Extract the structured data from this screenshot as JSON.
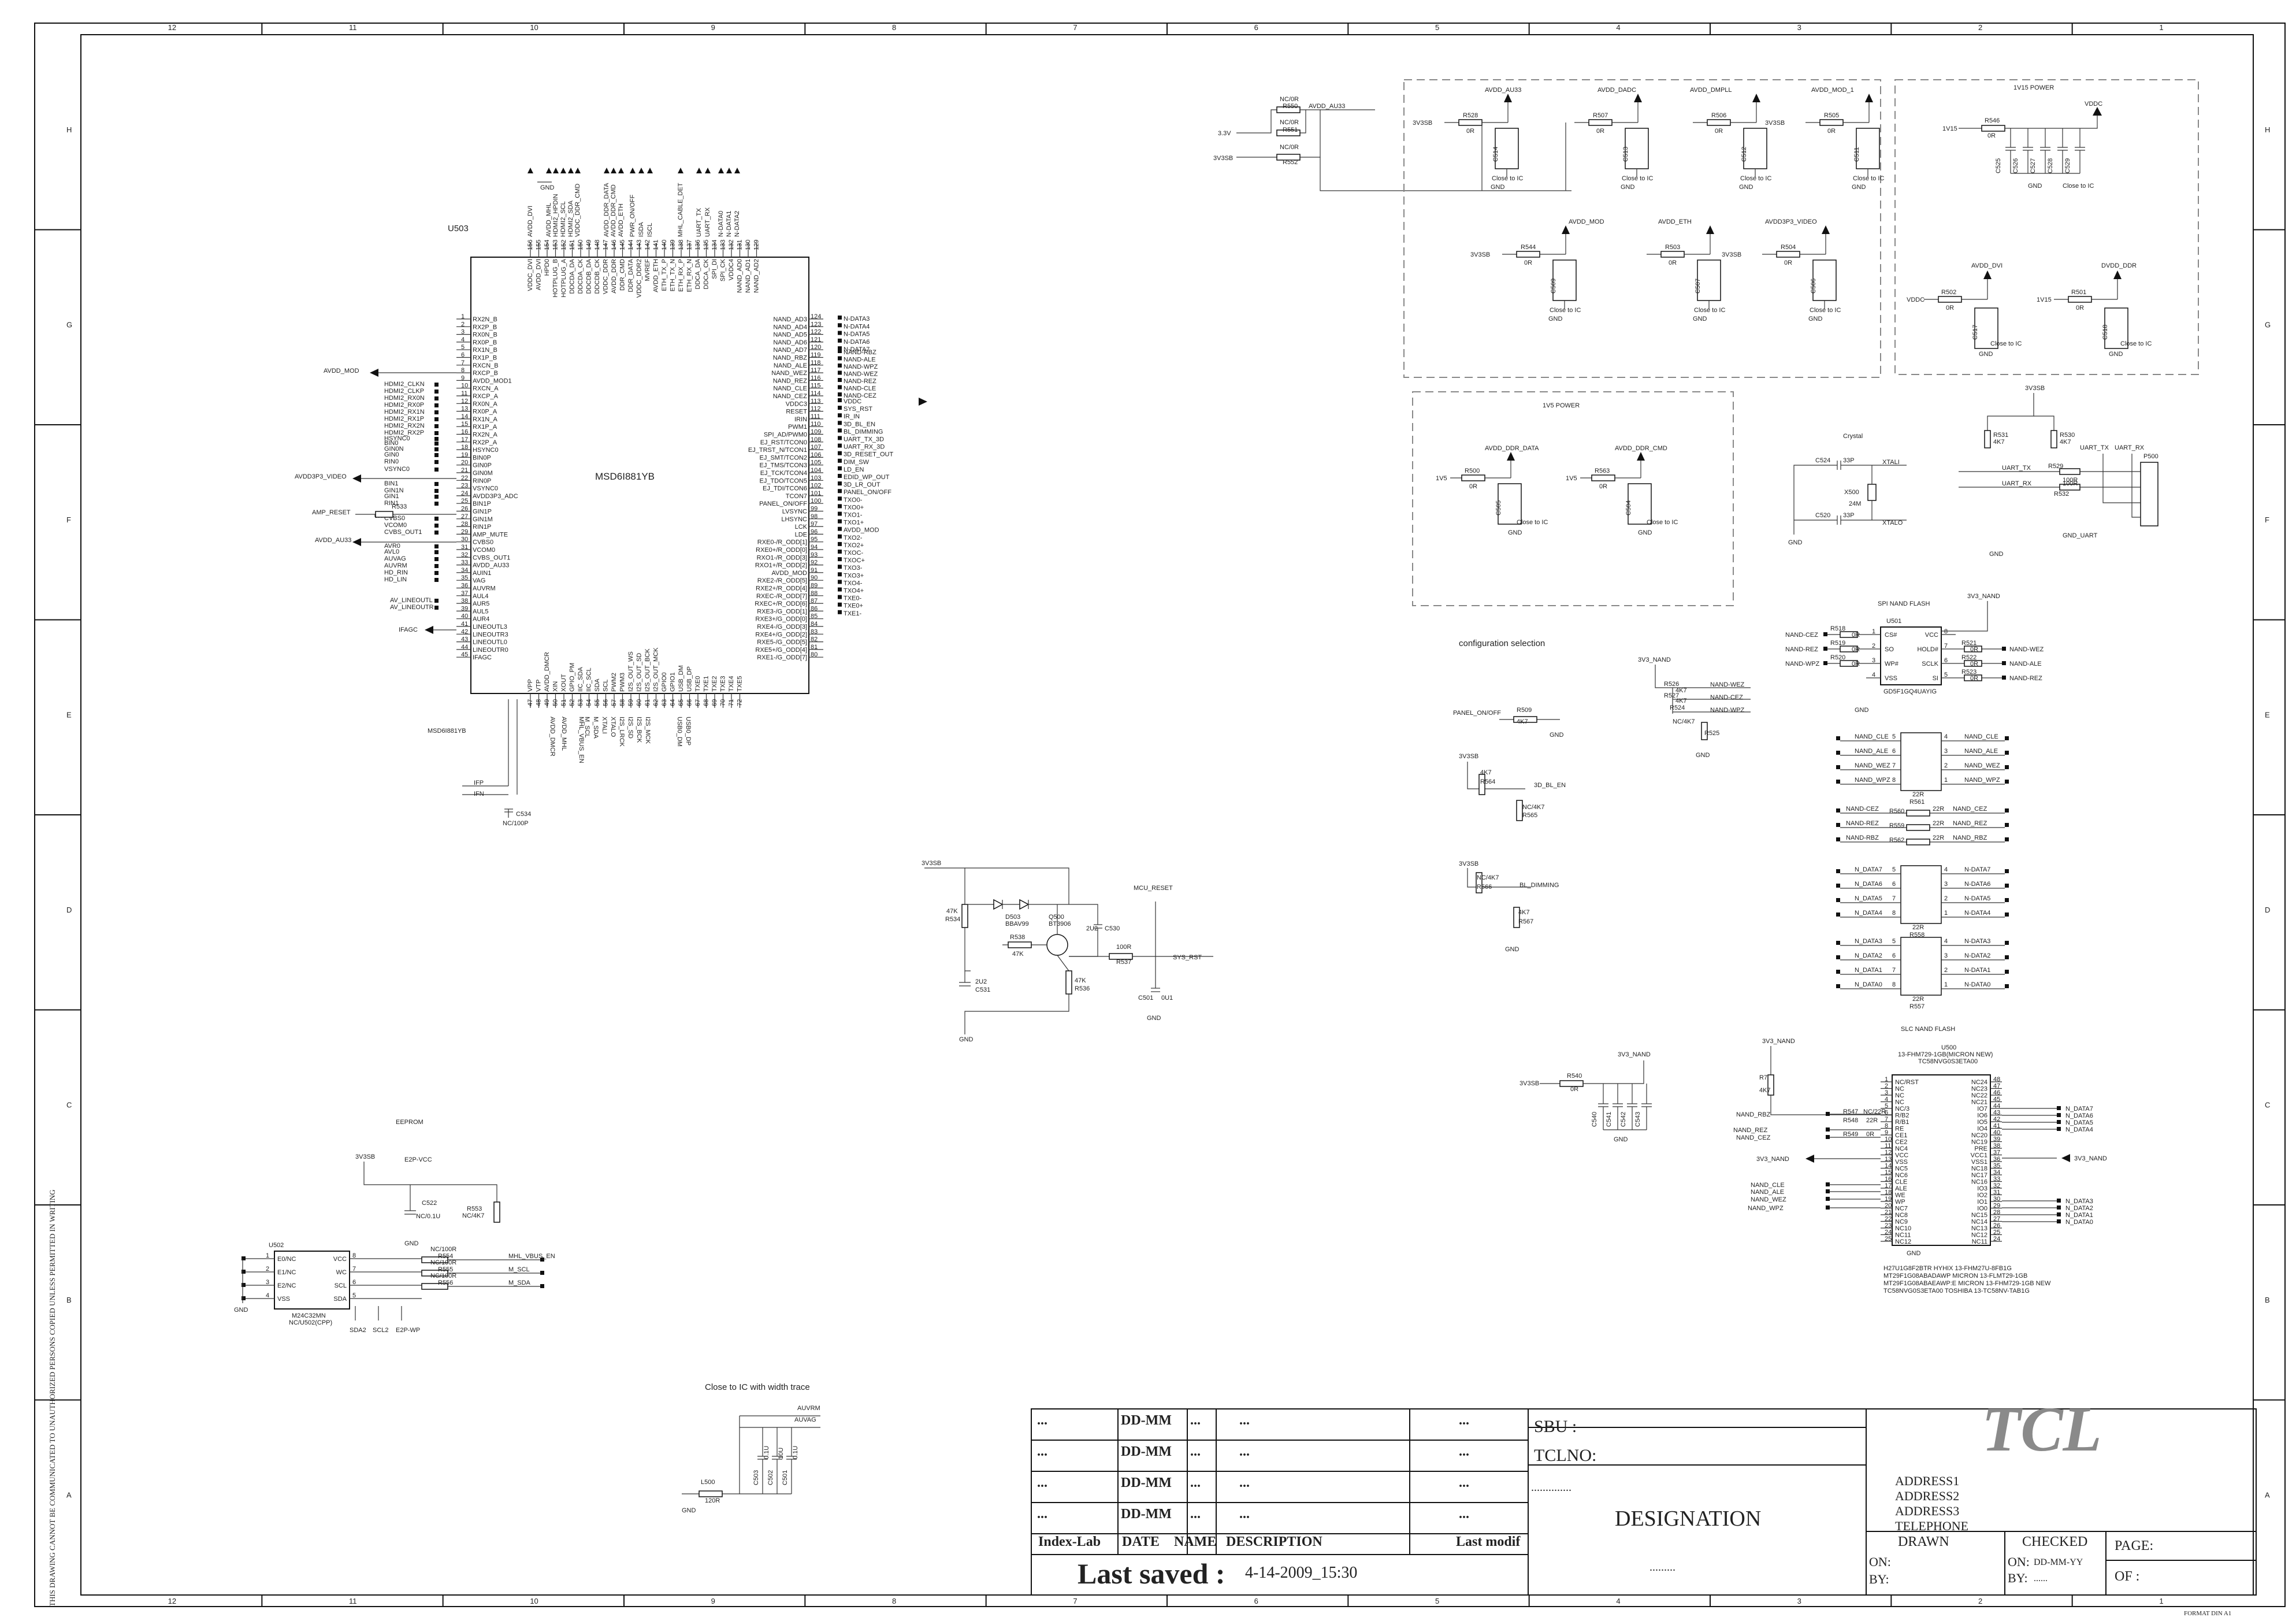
{
  "grid": {
    "columns": [
      "12",
      "11",
      "10",
      "9",
      "8",
      "7",
      "6",
      "5",
      "4",
      "3",
      "2",
      "1"
    ],
    "rows": [
      "H",
      "G",
      "F",
      "E",
      "D",
      "C",
      "B",
      "A"
    ]
  },
  "side_note": "THIS DRAWING CANNOT BE COMMUNICATED TO UNAUTHORIZED PERSONS COPIED UNLESS PERMITTED IN WRITING",
  "format": "FORMAT DIN A1",
  "main_ic": {
    "ref": "U503",
    "part": "MSD6I881YB",
    "bottom_label": "MSD6I881YB",
    "left_pins": [
      "RX2N_B",
      "RX2P_B",
      "RX0N_B",
      "RX0P_B",
      "RX1N_B",
      "RX1P_B",
      "RXCN_B",
      "RXCP_B",
      "AVDD_MOD1",
      "RXCN_A",
      "RXCP_A",
      "RX0N_A",
      "RX0P_A",
      "RX1N_A",
      "RX1P_A",
      "RX2N_A",
      "RX2P_A",
      "HSYNC0",
      "BIN0P",
      "GIN0P",
      "GIN0M",
      "RIN0P",
      "VSYNC0",
      "AVDD3P3_ADC",
      "BIN1P",
      "GIN1P",
      "GIN1M",
      "RIN1P",
      "AMP_MUTE",
      "CVBS0",
      "VCOM0",
      "CVBS_OUT1",
      "AVDD_AU33",
      "AUIN1",
      "VAG",
      "AUVRM",
      "AUL4",
      "AUR5",
      "AUL5",
      "AUR4",
      "LINEOUTL3",
      "LINEOUTR3",
      "LINEOUTL0",
      "LINEOUTR0",
      "IFAGC"
    ],
    "right_pins": [
      "NAND_AD3",
      "NAND_AD4",
      "NAND_AD5",
      "NAND_AD6",
      "NAND_AD7",
      "NAND_RBZ",
      "NAND_ALE",
      "NAND_WEZ",
      "NAND_REZ",
      "NAND_CLE",
      "NAND_CEZ",
      "VDDC3",
      "RESET",
      "IRIN",
      "PWM1",
      "SPI_AD/PWM0",
      "EJ_RST/TCON0",
      "EJ_TRST_N/TCON1",
      "EJ_SMT/TCON2",
      "EJ_TMS/TCON3",
      "EJ_TCK/TCON4",
      "EJ_TDO/TCON5",
      "EJ_TDI/TCON6",
      "TCON7",
      "PANEL_ON/OFF",
      "LVSYNC",
      "LHSYNC",
      "LCK",
      "LDE",
      "RXE0-/R_ODD[1]",
      "RXE0+/R_ODD[0]",
      "RXO1-/R_ODD[3]",
      "RXO1+/R_ODD[2]",
      "AVDD_MOD",
      "RXE2-/R_ODD[5]",
      "RXE2+/R_ODD[4]",
      "RXEC-/R_ODD[7]",
      "RXEC+/R_ODD[6]",
      "RXE3-/G_ODD[1]",
      "RXE3+/G_ODD[0]",
      "RXE4-/G_ODD[3]",
      "RXE4+/G_ODD[2]",
      "RXE5-/G_ODD[5]",
      "RXE5+/G_ODD[4]",
      "RXE1-/G_ODD[7]"
    ],
    "top_pins": [
      "VDDC_DVI",
      "AVDD_DVI",
      "HPD0",
      "HOTPLUG_B",
      "HOTPLUG_A",
      "DDCDA_DA",
      "DDCDA_CK",
      "DDCDB_DA",
      "DDCDB_CK",
      "VDDC_DDR",
      "AVDD_DDR",
      "DDR_CMD",
      "DDR_DATA",
      "VDDC_DDR2",
      "MVREF",
      "AVDD_ETH",
      "ETH_TX_P",
      "ETH_TX_N",
      "ETH_RX_P",
      "ETH_RX_N",
      "DDCA_DA",
      "DDCA_CK",
      "SPI_DI",
      "SPI_CK",
      "VDDC4",
      "NAND_AD0",
      "NAND_AD1",
      "NAND_AD2"
    ],
    "bottom_pins": [
      "VPP",
      "VTP",
      "AVDD_DMCR",
      "XIN",
      "XOUT",
      "GPIO_PM",
      "IIC_SDA",
      "IIC_SCL",
      "SDA",
      "SCL",
      "PWM2",
      "PWM3",
      "I2S_OUT_WS",
      "I2S_OUT_SD",
      "I2S_OUT_BCK",
      "I2S_OUT_MCK",
      "GPIO0",
      "GPIO1",
      "USB_DM",
      "USB_DP",
      "TXE0",
      "TXE1",
      "TXE2",
      "TXE3",
      "TXE4",
      "TXE5"
    ]
  },
  "left_nets": [
    "AVDD_MOD",
    "HDMI2_CLKN",
    "HDMI2_CLKP",
    "HDMI2_RX0N",
    "HDMI2_RX0P",
    "HDMI2_RX1N",
    "HDMI2_RX1P",
    "HDMI2_RX2N",
    "HDMI2_RX2P",
    "HSYNC0",
    "BIN0",
    "GIN0N",
    "GIN0",
    "RIN0",
    "VSYNC0",
    "AVDD3P3_VIDEO",
    "BIN1",
    "GIN1N",
    "GIN1",
    "RIN1",
    "AMP_RESET",
    "0R",
    "R533",
    "CVBS0",
    "VCOM0",
    "CVBS_OUT1",
    "AVDD_AU33",
    "AVR0",
    "AVL0",
    "AUVAG",
    "AUVRM",
    "HD_RIN",
    "HD_LIN",
    "AV_LINEOUTL",
    "AV_LINEOUTR",
    "IFAGC"
  ],
  "top_nets": [
    "AVDD_DVI",
    "AVDD_MHL",
    "HDMI2_HPDIN",
    "HDMI2_SCL",
    "HDMI2_SDA",
    "VDDC_DDR_CMD",
    "AVDD_DDR_DATA",
    "AVDD_DDR_CMD",
    "AVDD_ETH",
    "MHL_CABLE_DET",
    "UART_TX",
    "UART_RX",
    "N-DATA0",
    "N-DATA1",
    "N-DATA2",
    "PWR_ON/OFF",
    "ISDA",
    "ISCL",
    "GND"
  ],
  "right_nets": [
    "N-DATA3",
    "N-DATA4",
    "N-DATA5",
    "N-DATA6",
    "N-DATA7",
    "NAND-RBZ",
    "NAND-ALE",
    "NAND-WPZ",
    "NAND-WEZ",
    "NAND-REZ",
    "NAND-CLE",
    "NAND-CEZ",
    "VDDC",
    "SYS_RST",
    "IR_IN",
    "3D_BL_EN",
    "BL_DIMMING",
    "UART_TX_3D",
    "UART_RX_3D",
    "3D_RESET_OUT",
    "DIM_SW",
    "LD_EN",
    "EDID_WP_OUT",
    "3D_LR_OUT",
    "PANEL_ON/OFF",
    "TXO0-",
    "TXO0+",
    "TXO1-",
    "TXO1+",
    "AVDD_MOD",
    "TXO2-",
    "TXO2+",
    "TXOC-",
    "TXOC+",
    "TXO3-",
    "TXO3+",
    "TXO4-",
    "TXO4+",
    "TXE0-",
    "TXE0+",
    "TXE1-"
  ],
  "bottom_nets": [
    "AVDD_DMCR",
    "M_SCL",
    "M_SDA",
    "XTALI",
    "XTALO",
    "USB0_DM",
    "USB0_DP",
    "AVDD_MHL",
    "MHL_VBUS_EN",
    "I2S_LRCK",
    "I2S_SD",
    "I2S_BCK",
    "I2S_MCK"
  ],
  "ifp": {
    "labels": [
      "IFP",
      "IFN"
    ],
    "cap": "C534",
    "value": "NC/100P"
  },
  "reset_circuit": {
    "supply": "3V3SB",
    "net_mcu": "MCU_RESET",
    "net_out": "SYS_RST",
    "gnd": "GND",
    "parts": [
      {
        "ref": "R534",
        "value": "47K"
      },
      {
        "ref": "D503",
        "value": "BBAV99"
      },
      {
        "ref": "Q500",
        "value": "BT3906"
      },
      {
        "ref": "C530",
        "value": "2U2"
      },
      {
        "ref": "R538",
        "value": "47K"
      },
      {
        "ref": "R536",
        "value": "47K"
      },
      {
        "ref": "R537",
        "value": "100R"
      },
      {
        "ref": "C531",
        "value": "2U2"
      },
      {
        "ref": "C501",
        "value": "0U1"
      }
    ]
  },
  "eeprom": {
    "title": "EEPROM",
    "supply": "3V3SB",
    "vcc_net": "E2P-VCC",
    "ref": "U502",
    "part": "M24C32MN",
    "alt": "NC/U502(CPP)",
    "pins_left": [
      "E0/NC",
      "E1/NC",
      "E2/NC",
      "VSS"
    ],
    "pins_right": [
      "VCC",
      "WC",
      "SCL",
      "SDA"
    ],
    "pin_nums_left": [
      "1",
      "2",
      "3",
      "4"
    ],
    "pin_nums_right": [
      "8",
      "7",
      "6",
      "5"
    ],
    "cap": {
      "ref": "C522",
      "value": "NC/0.1U"
    },
    "r553": {
      "ref": "R553",
      "value": "NC/4K7"
    },
    "res": [
      {
        "ref": "R554",
        "value": "NC/100R"
      },
      {
        "ref": "R555",
        "value": "NC/100R"
      },
      {
        "ref": "R556",
        "value": "NC/100R"
      }
    ],
    "nets_out": [
      "MHL_VBUS_EN",
      "M_SCL",
      "M_SDA"
    ],
    "test_points": [
      "SDA2",
      "SCL2",
      "E2P-WP"
    ],
    "gnd": "GND"
  },
  "auvrm": {
    "title": "Close to IC with width trace",
    "nets": [
      "AUVRM",
      "AUVAG"
    ],
    "inductor": {
      "ref": "L500",
      "value": "120R"
    },
    "caps": [
      "C503",
      "C502",
      "C501"
    ],
    "cap_values": [
      "0.1U",
      "10U",
      "0.1U"
    ],
    "gnd": "GND"
  },
  "power_top": {
    "inputs": [
      "3.3V",
      "3V3SB"
    ],
    "net": "AVDD_AU33",
    "res": [
      {
        "ref": "R550",
        "value": "NC/0R"
      },
      {
        "ref": "R551",
        "value": "NC/0R"
      },
      {
        "ref": "R552",
        "value": "NC/0R"
      }
    ]
  },
  "avdd_block": {
    "supply": "3V3SB",
    "note": "Close to IC",
    "gnd": "GND",
    "rails": [
      {
        "name": "AVDD_AU33",
        "ref": "R528",
        "value": "0R",
        "cap": "C514"
      },
      {
        "name": "AVDD_DADC",
        "ref": "R507",
        "value": "0R",
        "cap": "C513"
      },
      {
        "name": "AVDD_DMPLL",
        "ref": "R506",
        "value": "0R",
        "cap": "C512"
      },
      {
        "name": "AVDD_MOD_1",
        "ref": "R505",
        "value": "0R",
        "cap": "C511"
      },
      {
        "name": "AVDD_MOD",
        "ref": "R544",
        "value": "0R",
        "cap": "C509"
      },
      {
        "name": "AVDD_ETH",
        "ref": "R503",
        "value": "0R",
        "cap": "C507"
      },
      {
        "name": "AVDD3P3_VIDEO",
        "ref": "R504",
        "value": "0R",
        "cap": "C506"
      }
    ]
  },
  "p1v15": {
    "title": "1V15 POWER",
    "input": "1V15",
    "net": "VDDC",
    "ref": "R546",
    "value": "0R",
    "caps": [
      "C525",
      "C526",
      "C527",
      "C528",
      "C529"
    ],
    "note": "Close to IC",
    "gnd": "GND"
  },
  "dvi_ddr": {
    "rails": [
      {
        "name": "AVDD_DVI",
        "input": "VDDC",
        "ref": "R502",
        "value": "0R",
        "cap": "C517"
      },
      {
        "name": "DVDD_DDR",
        "input": "1V15",
        "ref": "R501",
        "value": "0R",
        "cap": "C518"
      }
    ],
    "note": "Close to IC",
    "gnd": "GND"
  },
  "p1v5": {
    "title": "1V5 POWER",
    "input": "1V5",
    "rails": [
      {
        "name": "AVDD_DDR_DATA",
        "ref": "R500",
        "value": "0R",
        "cap": "C505"
      },
      {
        "name": "AVDD_DDR_CMD",
        "ref": "R563",
        "value": "0R",
        "cap": "C504"
      }
    ],
    "note": "Close to IC",
    "gnd": "GND"
  },
  "crystal": {
    "title": "Crystal",
    "ref": "X500",
    "freq": "24M",
    "nets": [
      "XTALI",
      "XTALO"
    ],
    "caps": [
      {
        "ref": "C524",
        "value": "33P"
      },
      {
        "ref": "C520",
        "value": "33P"
      }
    ],
    "gnd": "GND"
  },
  "uart": {
    "supply": "3V3SB",
    "nets": [
      "UART_TX",
      "UART_RX",
      "GND_UART"
    ],
    "labels": [
      "UART_TX",
      "UART_RX"
    ],
    "res": [
      {
        "ref": "R531",
        "value": "4K7"
      },
      {
        "ref": "R530",
        "value": "4K7"
      },
      {
        "ref": "R529",
        "value": "100R"
      },
      {
        "ref": "R532",
        "value": "100R"
      }
    ],
    "conn": "P500",
    "gnd": "GND"
  },
  "config": {
    "title": "configuration selection",
    "supply": "3V3SB",
    "items": [
      {
        "net": "PANEL_ON/OFF",
        "ref": "R509",
        "value": "4K7"
      },
      {
        "net": "3D_BL_EN",
        "ref": "R564",
        "value": "4K7"
      },
      {
        "net": "3D_BL_EN",
        "ref": "R565",
        "value": "NC/4K7"
      },
      {
        "net": "BL_DIMMING",
        "ref": "R566",
        "value": "NC/4K7"
      },
      {
        "net": "BL_DIMMING",
        "ref": "R567",
        "value": "4K7"
      }
    ],
    "gnd": "GND"
  },
  "nand_pull": {
    "supply": "3V3_NAND",
    "nets": [
      "NAND-WEZ",
      "NAND-CEZ",
      "NAND-WPZ"
    ],
    "res": [
      {
        "ref": "R526",
        "value": "4K7"
      },
      {
        "ref": "R527",
        "value": "4K7"
      },
      {
        "ref": "R524",
        "value": "NC/4K7"
      },
      {
        "ref": "R525",
        "value": "4K7"
      }
    ],
    "gnd": "GND"
  },
  "spi_flash": {
    "title": "SPI NAND FLASH",
    "supply": "3V3_NAND",
    "ref": "U501",
    "part": "GD5F1GQ4UAYIG",
    "pins_left": [
      "CS#",
      "SO",
      "WP#",
      "VSS"
    ],
    "pins_right": [
      "VCC",
      "HOLD#",
      "SCLK",
      "SI"
    ],
    "nets_left": [
      "NAND-CEZ",
      "NAND-REZ",
      "NAND-WPZ"
    ],
    "nets_right": [
      "NAND-WEZ",
      "NAND-ALE",
      "NAND-REZ"
    ],
    "res": [
      "R518",
      "R519",
      "R520",
      "R521",
      "R522",
      "R523"
    ],
    "res_value": "0R",
    "gnd": "GND"
  },
  "rpacks": {
    "pack1": {
      "ref": "R561",
      "value": "22R",
      "left": [
        "NAND_CLE",
        "NAND_ALE",
        "NAND_WEZ",
        "NAND_WPZ"
      ],
      "right": [
        "NAND_CLE",
        "NAND_ALE",
        "NAND_WEZ",
        "NAND_WPZ"
      ]
    },
    "singles": [
      {
        "ref": "R560",
        "value": "22R",
        "left": "NAND-CEZ",
        "right": "NAND_CEZ"
      },
      {
        "ref": "R559",
        "value": "22R",
        "left": "NAND-REZ",
        "right": "NAND_REZ"
      },
      {
        "ref": "R562",
        "value": "22R",
        "left": "NAND-RBZ",
        "right": "NAND_RBZ"
      }
    ],
    "pack2": {
      "ref": "R558",
      "value": "22R",
      "left": [
        "N_DATA7",
        "N_DATA6",
        "N_DATA5",
        "N_DATA4"
      ],
      "right": [
        "N-DATA7",
        "N-DATA6",
        "N-DATA5",
        "N-DATA4"
      ]
    },
    "pack3": {
      "ref": "R557",
      "value": "22R",
      "left": [
        "N_DATA3",
        "N_DATA2",
        "N_DATA1",
        "N_DATA0"
      ],
      "right": [
        "N-DATA3",
        "N-DATA2",
        "N-DATA1",
        "N-DATA0"
      ]
    },
    "pin_nums": [
      "5",
      "6",
      "7",
      "8",
      "4",
      "3",
      "2",
      "1"
    ]
  },
  "slc_flash": {
    "title": "SLC NAND FLASH",
    "ref": "U500",
    "part1": "13-FHM729-1GB(MICRON NEW)",
    "part2": "TC58NVG0S3ETA00",
    "supply": "3V3_NAND",
    "r7": {
      "ref": "R7",
      "value": "4K7"
    },
    "res": [
      {
        "ref": "R547",
        "value": "NC/22R"
      },
      {
        "ref": "R548",
        "value": "22R"
      },
      {
        "ref": "R549",
        "value": "0R"
      }
    ],
    "left_nets": [
      "NAND_RBZ",
      "NAND_REZ",
      "NAND_CEZ",
      "3V3_NAND",
      "NAND_CLE",
      "NAND_ALE",
      "NAND_WEZ",
      "NAND_WPZ"
    ],
    "left_pins": [
      "NC/RST",
      "NC",
      "NC",
      "NC",
      "NC/3",
      "R/B2",
      "R/B1",
      "RE",
      "CE1",
      "CE2",
      "NC4",
      "VCC",
      "VSS",
      "NC5",
      "NC6",
      "CLE",
      "ALE",
      "WE",
      "WP",
      "NC7",
      "NC8",
      "NC9",
      "NC10",
      "NC11",
      "NC12"
    ],
    "right_pins": [
      "NC24",
      "NC23",
      "NC22",
      "NC21",
      "IO7",
      "IO6",
      "IO5",
      "IO4",
      "NC20",
      "NC19",
      "PRE",
      "VCC1",
      "VSS1",
      "NC18",
      "NC17",
      "NC16",
      "IO3",
      "IO2",
      "IO1",
      "IO0",
      "NC15",
      "NC14",
      "NC13",
      "NC12",
      "NC11"
    ],
    "right_nets": [
      "N_DATA7",
      "N_DATA6",
      "N_DATA5",
      "N_DATA4",
      "3V3_NAND",
      "N_DATA3",
      "N_DATA2",
      "N_DATA1",
      "N_DATA0"
    ],
    "gnd": "GND"
  },
  "flash_bom": [
    "H27U1G8F2BTR  HYHIX  13-FHM27U-8FB1G",
    "MT29F1G08ABADAWP  MICRON  13-FLMT29-1GB",
    "MT29F1G08ABAEAWP:E  MICRON 13-FHM729-1GB NEW",
    "TC58NVG0S3ETA00  TOSHIBA  13-TC58NV-TAB1G"
  ],
  "nand_bottom": {
    "supply": "3V3SB",
    "net": "3V3_NAND",
    "ref": "R540",
    "value": "0R",
    "caps": [
      "C540",
      "C541",
      "C542",
      "C543"
    ],
    "gnd": "GND"
  },
  "title_block": {
    "rows": [
      {
        "index": "...",
        "date": "DD-MM",
        "name": "...",
        "desc": "...",
        "mod": "..."
      },
      {
        "index": "...",
        "date": "DD-MM",
        "name": "...",
        "desc": "...",
        "mod": "..."
      },
      {
        "index": "...",
        "date": "DD-MM",
        "name": "...",
        "desc": "...",
        "mod": "..."
      },
      {
        "index": "...",
        "date": "DD-MM",
        "name": "...",
        "desc": "...",
        "mod": "..."
      }
    ],
    "headers": {
      "index": "Index-Lab",
      "date": "DATE",
      "name": "NAME",
      "desc": "DESCRIPTION",
      "mod": "Last modif"
    },
    "last_saved_label": "Last saved :",
    "last_saved_value": "4-14-2009_15:30",
    "sbu": "SBU :",
    "tclno": "TCLNO:",
    "dots": "..............",
    "designation": "DESIGNATION",
    "designation_dots": ".........",
    "logo": "TCL",
    "address": [
      "ADDRESS1",
      "ADDRESS2",
      "ADDRESS3",
      "TELEPHONE"
    ],
    "drawn": "DRAWN",
    "checked": "CHECKED",
    "page": "PAGE:",
    "of": "OF  :",
    "on": "ON:",
    "by": "BY:",
    "on2": "ON:",
    "on2_val": "DD-MM-YY",
    "by2": "BY:",
    "by2_val": "......"
  }
}
